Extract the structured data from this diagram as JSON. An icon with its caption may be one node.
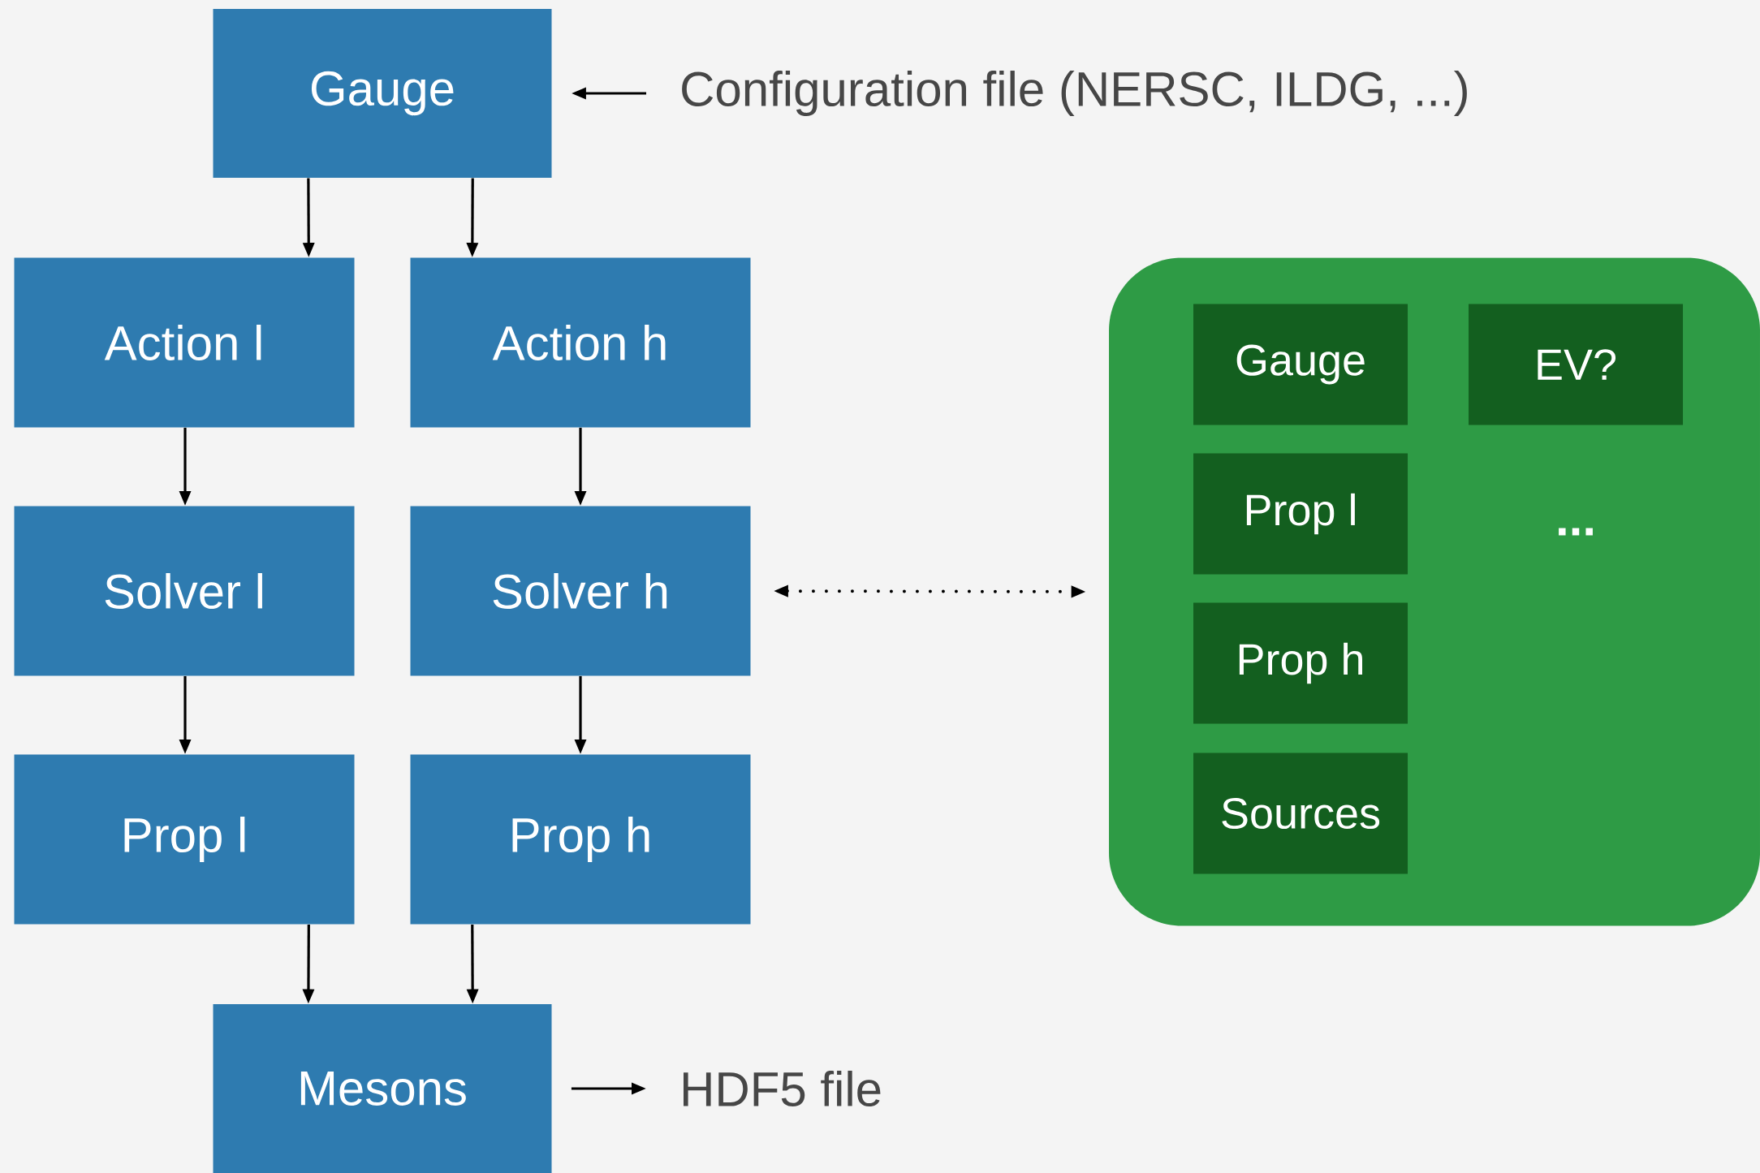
{
  "diagram": {
    "nodes": [
      {
        "text": [
          "Gauge"
        ]
      },
      {
        "text": [
          "Action l"
        ]
      },
      {
        "text": [
          "Action h"
        ]
      },
      {
        "text": [
          "Solver l"
        ]
      },
      {
        "text": [
          "Solver h"
        ]
      },
      {
        "text": [
          "Prop l"
        ]
      },
      {
        "text": [
          "Prop h"
        ]
      },
      {
        "text": [
          "Mesons"
        ]
      },
      {
        "text": [
          "Configuration file (NERSC, ILDG, ...)"
        ]
      },
      {
        "text": [
          "HDF5 file"
        ]
      },
      {
        "text": [],
        "shape": "box"
      },
      {
        "text": [
          "Gauge"
        ],
        "in": 10
      },
      {
        "text": [
          "EV?"
        ],
        "in": 10
      },
      {
        "text": [
          "Prop l"
        ],
        "in": 10
      },
      {
        "text": [
          "Prop h"
        ],
        "in": 10
      },
      {
        "text": [
          "Sources"
        ],
        "in": 10
      }
    ],
    "edges": [
      {
        "from": 0,
        "to": 1,
        "arrow": "to"
      },
      {
        "from": 0,
        "to": 2,
        "arrow": "to"
      },
      {
        "from": 1,
        "to": 3,
        "arrow": "to"
      },
      {
        "from": 2,
        "to": 4,
        "arrow": "to"
      },
      {
        "from": 3,
        "to": 5,
        "arrow": "to"
      },
      {
        "from": 4,
        "to": 6,
        "arrow": "to"
      },
      {
        "from": 5,
        "to": 7,
        "arrow": "to"
      },
      {
        "from": 6,
        "to": 7,
        "arrow": "to"
      },
      {
        "from": 8,
        "to": 0,
        "arrow": "to"
      },
      {
        "from": 7,
        "to": 9,
        "arrow": "to"
      },
      {
        "from": 4,
        "to": 10,
        "arrow": "both",
        "style": "dashed"
      }
    ],
    "labels": [
      "..."
    ]
  }
}
